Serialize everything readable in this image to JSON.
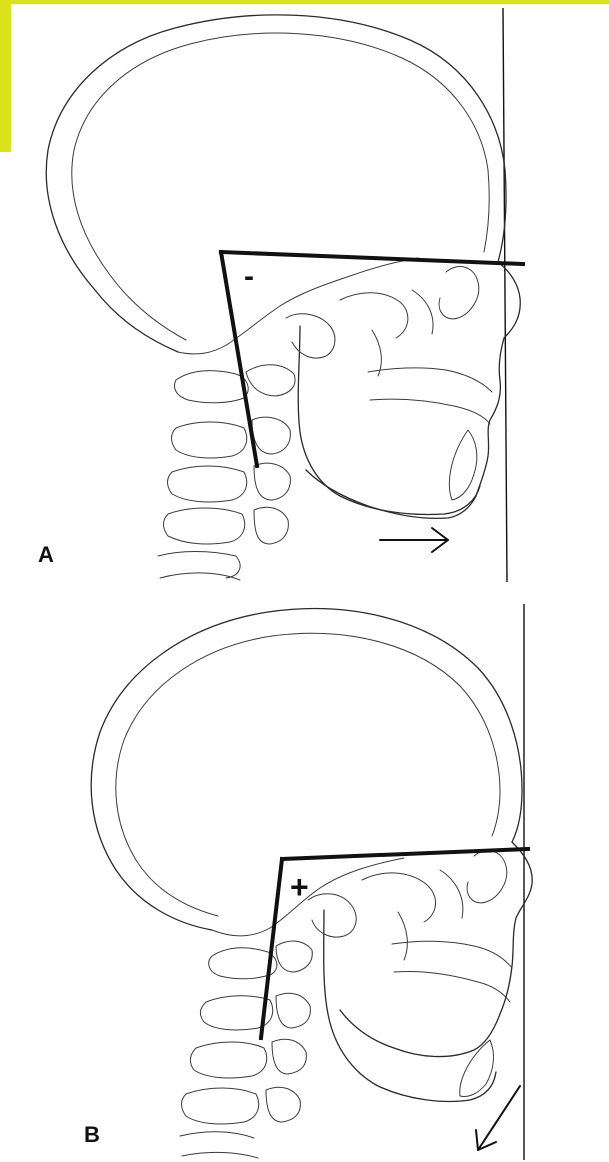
{
  "colors": {
    "corner_accent": "#d9e21a",
    "line": "#111111",
    "background": "#ffffff"
  },
  "panels": [
    {
      "letter": "A",
      "angle_sign": "-",
      "arrow_direction": "right"
    },
    {
      "letter": "B",
      "angle_sign": "+",
      "arrow_direction": "down-left"
    }
  ]
}
